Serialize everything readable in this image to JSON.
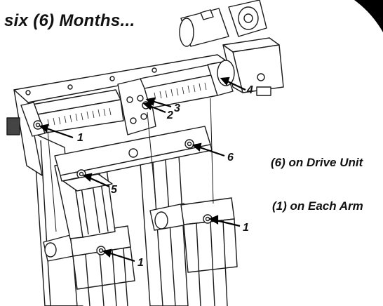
{
  "heading": "six (6) Months...",
  "notes": {
    "drive_unit": "(6) on Drive Unit",
    "each_arm": "(1) on Each Arm"
  },
  "callouts": [
    {
      "id": "c1a",
      "label": "1"
    },
    {
      "id": "c2",
      "label": "2"
    },
    {
      "id": "c3",
      "label": "3"
    },
    {
      "id": "c4",
      "label": "4"
    },
    {
      "id": "c6",
      "label": "6"
    },
    {
      "id": "c5",
      "label": "5"
    },
    {
      "id": "c1b",
      "label": "1"
    },
    {
      "id": "c1c",
      "label": "1"
    }
  ],
  "colors": {
    "line": "#1a1a1a",
    "fill": "#ffffff",
    "accent": "#000000"
  }
}
